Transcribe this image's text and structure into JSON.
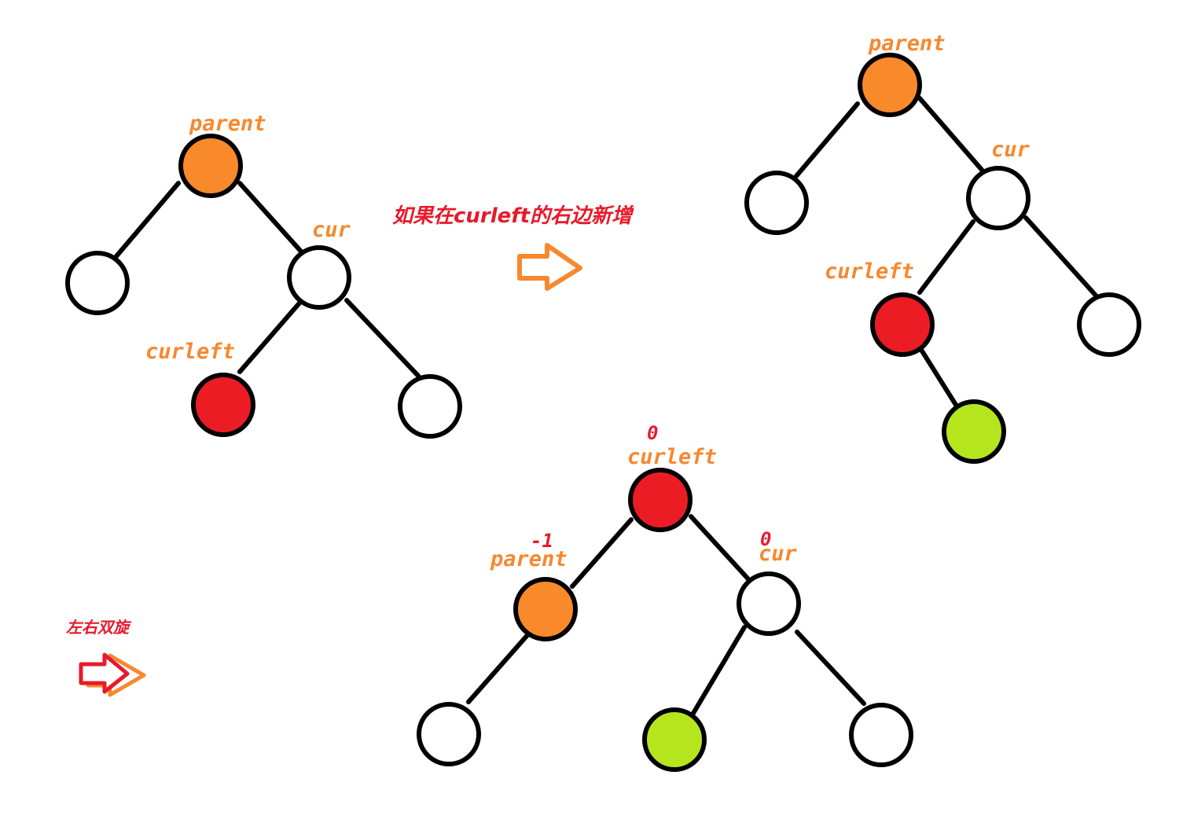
{
  "colors": {
    "orange": "#f88a2c",
    "red": "#ec1c24",
    "green": "#b5e61d",
    "white": "#ffffff",
    "label_orange": "#f7882f",
    "label_red": "#e81a2a"
  },
  "labels": {
    "parent": "parent",
    "cur": "cur",
    "curleft": "curleft",
    "bf_curleft": "0",
    "bf_parent": "-1",
    "bf_cur": "0"
  },
  "captions": {
    "insert_right_of_curleft": "如果在curleft的右边新增",
    "left_right_double_rotation": "左右双旋"
  },
  "icons": {
    "arrow_1": "hollow-right-arrow",
    "arrow_2": "double-right-arrow"
  }
}
